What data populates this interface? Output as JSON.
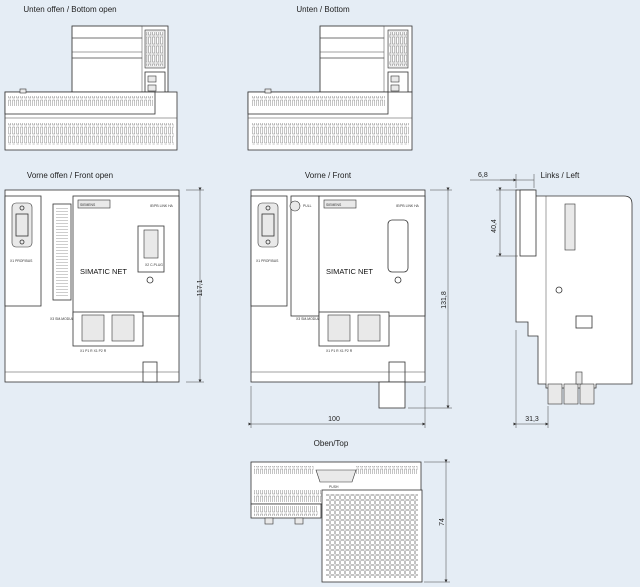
{
  "views": {
    "bottom_open": "Unten offen / Bottom open",
    "bottom": "Unten / Bottom",
    "front_open": "Vorne offen / Front open",
    "front": "Vorne / Front",
    "left": "Links / Left",
    "top": "Oben/Top"
  },
  "module": {
    "brand": "SIMATIC NET",
    "model": "IE/PB LINK HA",
    "pull": "PULL",
    "push": "PUSH",
    "x1_label": "X1 PROFIBUS",
    "x2_label": "X2 C-PLUG",
    "x3_label": "X3 SM-MODULE",
    "port_label": "X1 P1 R  X1 P2 R"
  },
  "dimensions": {
    "front_open_height": "117,1",
    "front_height": "131,8",
    "front_width": "100",
    "left_top_offset": "6,8",
    "left_height": "40,4",
    "left_depth": "31,3",
    "top_depth": "74"
  },
  "colors": {
    "background": "#e5edf5",
    "line": "#333333",
    "fill": "#ffffff"
  }
}
